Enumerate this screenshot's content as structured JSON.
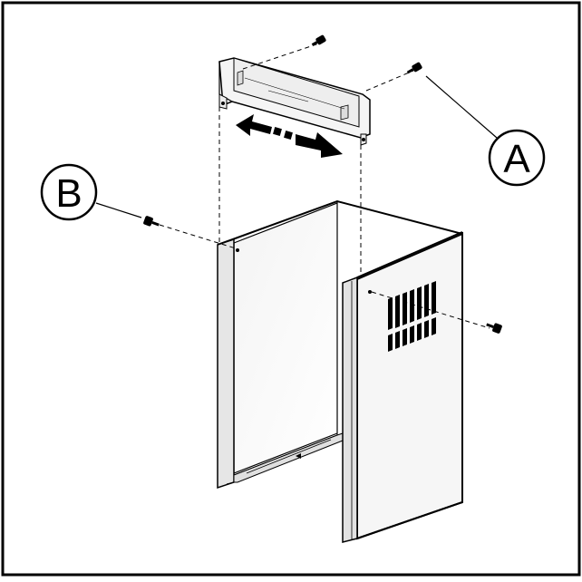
{
  "callouts": {
    "a": {
      "label": "A"
    },
    "b": {
      "label": "B"
    }
  },
  "colors": {
    "line": "#000000",
    "panel": "#f2f2f2",
    "panel_edge": "#e4e4e4",
    "shade": "#d8d8d8",
    "background": "#ffffff"
  },
  "parts": {
    "bracket": "mounting-bracket",
    "cover": "chimney-cover",
    "screw_icon": "screw-icon",
    "arrow_icon": "double-arrow-icon"
  }
}
